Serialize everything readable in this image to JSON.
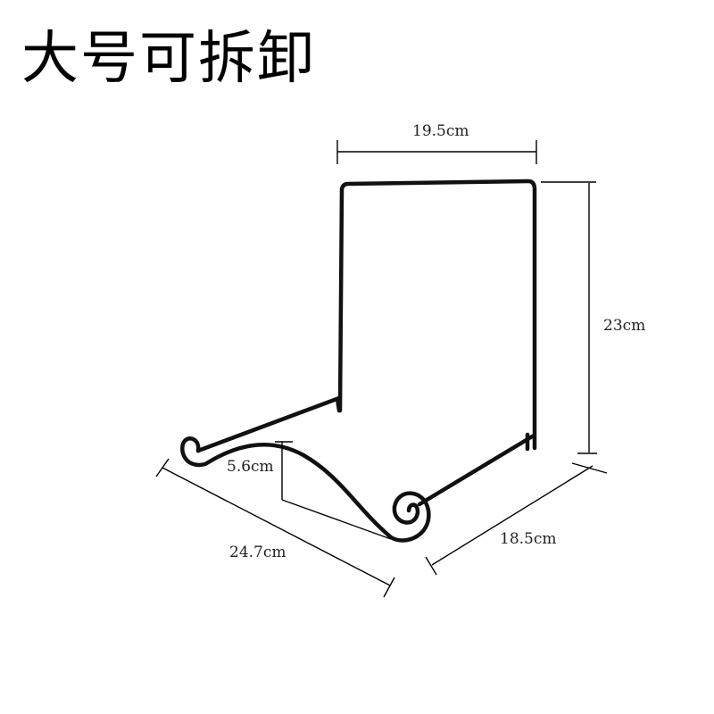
{
  "title": "大号可拆卸",
  "dimensions": {
    "top_width": "19.5cm",
    "height": "23cm",
    "hook_height": "5.6cm",
    "length": "24.7cm",
    "depth": "18.5cm"
  },
  "colors": {
    "frame": "#111111",
    "dimension_line": "#000000",
    "background": "#ffffff"
  }
}
